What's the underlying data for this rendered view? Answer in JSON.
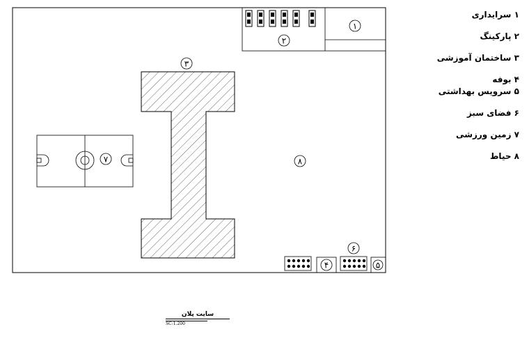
{
  "legend": [
    {
      "num": "۱",
      "label": "سرایداری"
    },
    {
      "num": "۲",
      "label": "پارکینگ"
    },
    {
      "num": "۳",
      "label": "ساختمان آموزشی"
    },
    {
      "num": "۴",
      "label": "بوفه"
    },
    {
      "num": "۵",
      "label": "سرویس بهداشتی"
    },
    {
      "num": "۶",
      "label": "فضای سبز"
    },
    {
      "num": "۷",
      "label": "زمین ورزشی"
    },
    {
      "num": "۸",
      "label": "حیاط"
    }
  ],
  "plan_labels": {
    "caretaker": "۱",
    "parking": "۲",
    "building": "۳",
    "buffet": "۴",
    "wc": "۵",
    "green": "۶",
    "field": "۷",
    "yard": "۸"
  },
  "caption": {
    "title": "سایت پلان",
    "scale": "SC:1.200"
  }
}
